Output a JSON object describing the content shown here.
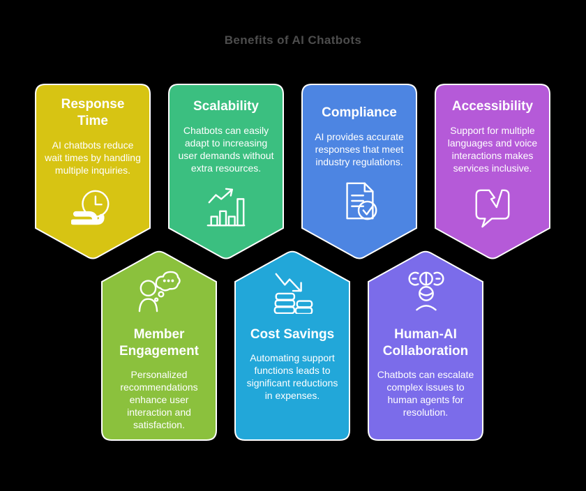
{
  "title": "Benefits of AI Chatbots",
  "title_color": "#4d4d4d",
  "background_color": "#000000",
  "banners": [
    {
      "title": "Response Time",
      "body": "AI chatbots reduce wait times by handling multiple inquiries.",
      "color": "#d7c413",
      "icon": "clock-speed-icon",
      "direction": "down"
    },
    {
      "title": "Scalability",
      "body": "Chatbots can easily adapt to increasing user demands without extra resources.",
      "color": "#3bbf80",
      "icon": "growth-chart-icon",
      "direction": "down"
    },
    {
      "title": "Compliance",
      "body": "AI provides accurate responses that meet industry regulations.",
      "color": "#4d85e2",
      "icon": "document-check-icon",
      "direction": "down"
    },
    {
      "title": "Accessibility",
      "body": "Support for multiple languages and voice interactions makes services inclusive.",
      "color": "#b55ad8",
      "icon": "broken-chat-icon",
      "direction": "down"
    },
    {
      "title": "Member Engagement",
      "body": "Personalized recommendations enhance user interaction and satisfaction.",
      "color": "#8bc13d",
      "icon": "person-thought-icon",
      "direction": "up"
    },
    {
      "title": "Cost Savings",
      "body": "Automating support functions leads to significant reductions in expenses.",
      "color": "#22a7d9",
      "icon": "coins-decline-icon",
      "direction": "up"
    },
    {
      "title": "Human-AI Collaboration",
      "body": "Chatbots can escalate complex issues to human agents for resolution.",
      "color": "#7b6cea",
      "icon": "team-heads-icon",
      "direction": "up"
    }
  ]
}
